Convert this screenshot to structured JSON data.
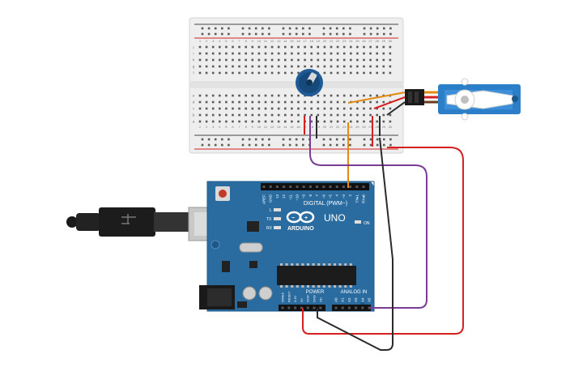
{
  "breadboard": {
    "column_numbers": [
      "1",
      "2",
      "3",
      "4",
      "5",
      "6",
      "7",
      "8",
      "9",
      "10",
      "11",
      "12",
      "13",
      "14",
      "15",
      "16",
      "17",
      "18",
      "19",
      "20",
      "21",
      "22",
      "23",
      "24",
      "25",
      "26",
      "27",
      "28",
      "29",
      "30"
    ],
    "row_letters_top": [
      "j",
      "i",
      "h",
      "g",
      "f"
    ],
    "row_letters_bottom": [
      "e",
      "d",
      "c",
      "b",
      "a"
    ]
  },
  "arduino": {
    "model": "UNO",
    "brand": "ARDUINO",
    "digital_header": "DIGITAL (PWM~)",
    "power_header": "POWER",
    "analog_header": "ANALOG IN",
    "digital_pins": [
      "AREF",
      "GND",
      "13",
      "12",
      "~11",
      "~10",
      "~9",
      "8",
      "7",
      "~6",
      "~5",
      "4",
      "~3",
      "2",
      "TX▸1",
      "RX◂0"
    ],
    "power_pins": [
      "IOREF",
      "RESET",
      "3.3V",
      "5V",
      "GND",
      "GND",
      "Vin"
    ],
    "analog_pins": [
      "A0",
      "A1",
      "A2",
      "A3",
      "A4",
      "A5"
    ],
    "on_label": "ON",
    "l_label": "L",
    "tx_label": "TX",
    "rx_label": "RX"
  },
  "colors": {
    "board_blue": "#2a6ca0",
    "wire_red": "#d42020",
    "wire_black": "#2b2b2b",
    "wire_orange": "#e38a12",
    "wire_purple": "#7a3c96",
    "servo_blue": "#2b7fc9",
    "pot_blue": "#1f5a96"
  },
  "icons": [
    "usb-plug-icon",
    "arduino-infinity-logo-icon",
    "reset-button-icon",
    "potentiometer-icon",
    "servo-motor-icon"
  ]
}
